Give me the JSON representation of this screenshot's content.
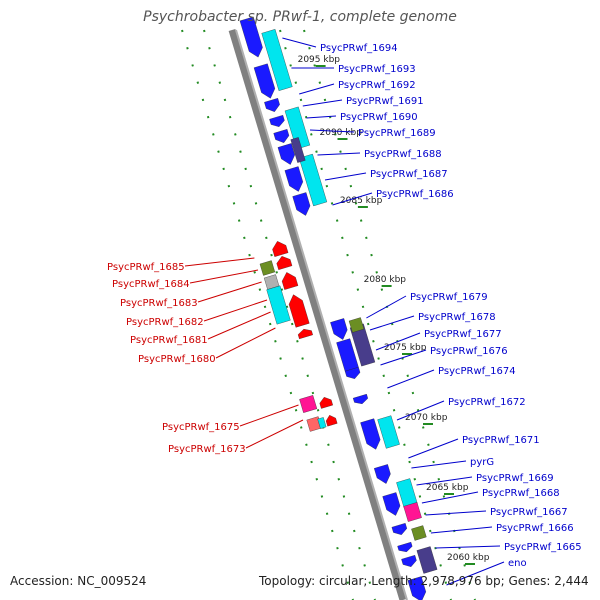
{
  "title": "Psychrobacter sp. PRwf-1, complete genome",
  "accession_text": "Accession: NC_009524",
  "summary_text": "Topology: circular; Length: 2,978,976 bp; Genes: 2,444",
  "colors": {
    "backbone": "#808080",
    "tick": "#228b22",
    "forward_cds": "#1a1aff",
    "forward_gene": "#00e5ee",
    "reverse_cds": "#ff0000",
    "reverse_gene": "#ff6666",
    "rna": "#6b8e23",
    "pseudo": "#ff1493",
    "other": "#483d8b",
    "label_forward": "#0000cc",
    "label_reverse": "#cc0000"
  },
  "scale_labels": [
    "2095 kbp",
    "2090 kbp",
    "2085 kbp",
    "2080 kbp",
    "2075 kbp",
    "2070 kbp",
    "2065 kbp",
    "2060 kbp"
  ],
  "forward_labels": [
    "PsycPRwf_1694",
    "PsycPRwf_1693",
    "PsycPRwf_1692",
    "PsycPRwf_1691",
    "PsycPRwf_1690",
    "PsycPRwf_1689",
    "PsycPRwf_1688",
    "PsycPRwf_1687",
    "PsycPRwf_1686",
    "PsycPRwf_1679",
    "PsycPRwf_1678",
    "PsycPRwf_1677",
    "PsycPRwf_1676",
    "PsycPRwf_1674",
    "PsycPRwf_1672",
    "PsycPRwf_1671",
    "pyrG",
    "PsycPRwf_1669",
    "PsycPRwf_1668",
    "PsycPRwf_1667",
    "PsycPRwf_1666",
    "PsycPRwf_1665",
    "eno"
  ],
  "reverse_labels": [
    "PsycPRwf_1685",
    "PsycPRwf_1684",
    "PsycPRwf_1683",
    "PsycPRwf_1682",
    "PsycPRwf_1681",
    "PsycPRwf_1680",
    "PsycPRwf_1675",
    "PsycPRwf_1673"
  ]
}
